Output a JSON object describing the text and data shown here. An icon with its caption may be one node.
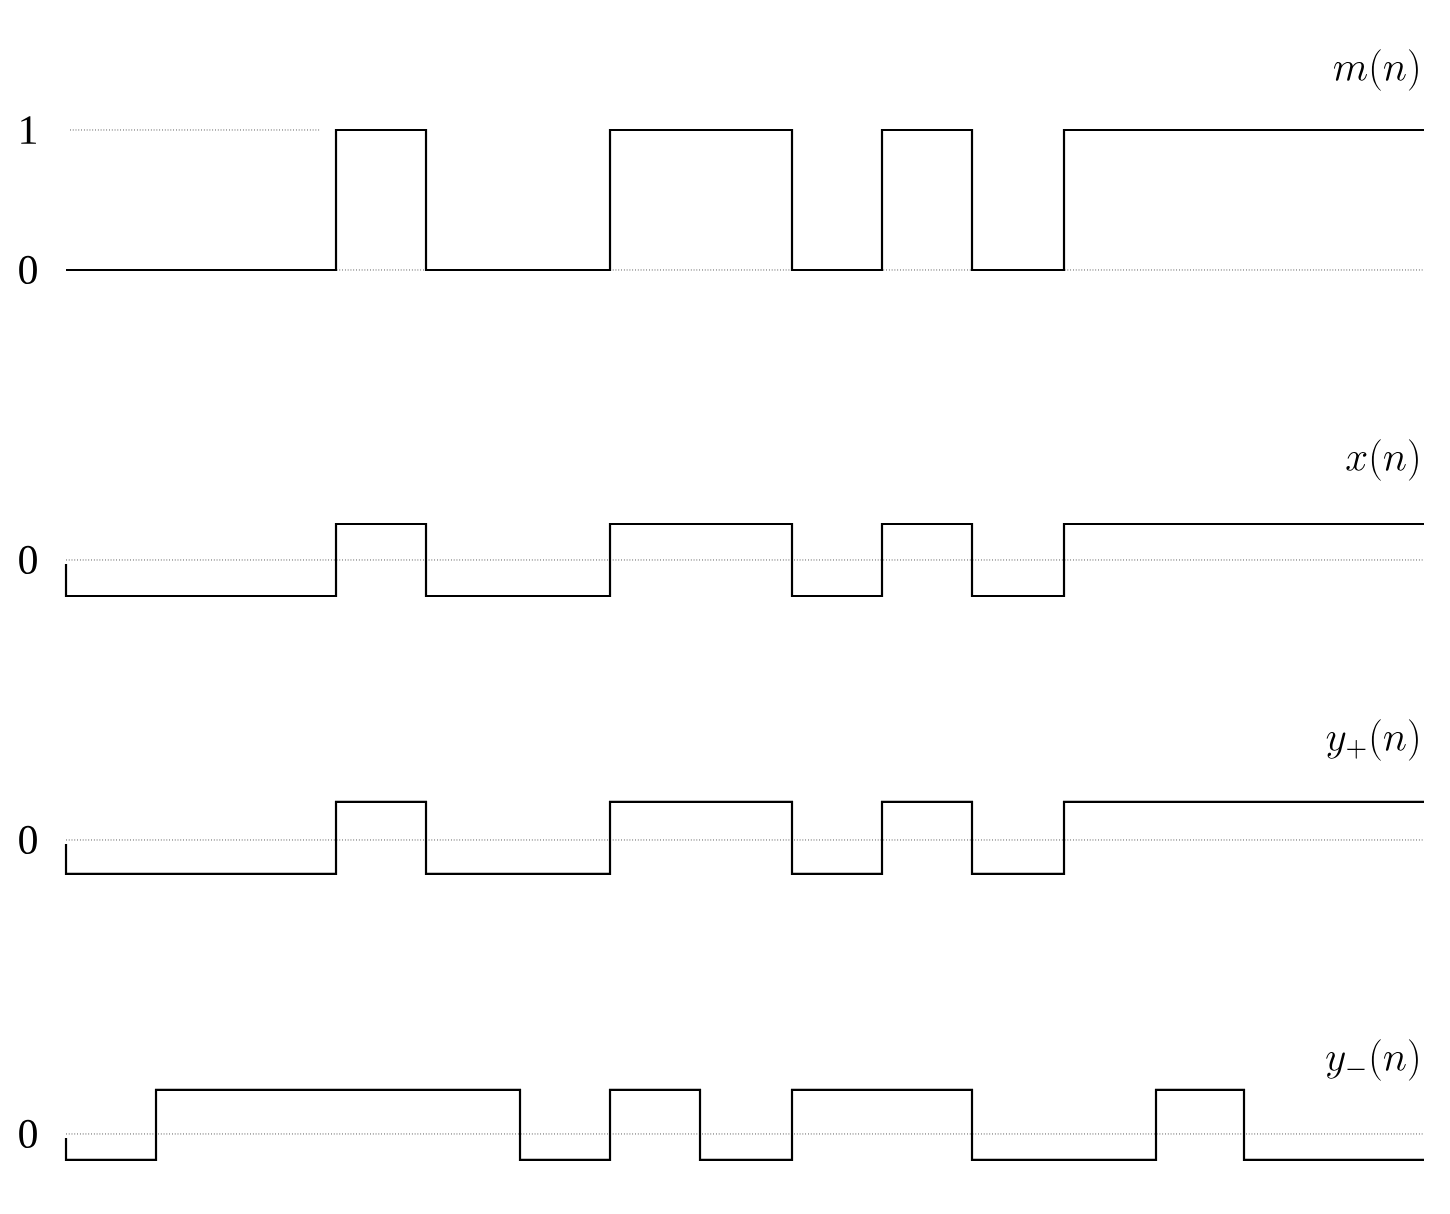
{
  "diagram": {
    "labels": [
      "m(n)",
      "1",
      "0",
      "x(n)",
      "0",
      "y_{+}(n)",
      "0",
      "y_{-}(n)",
      "0"
    ]
  }
}
